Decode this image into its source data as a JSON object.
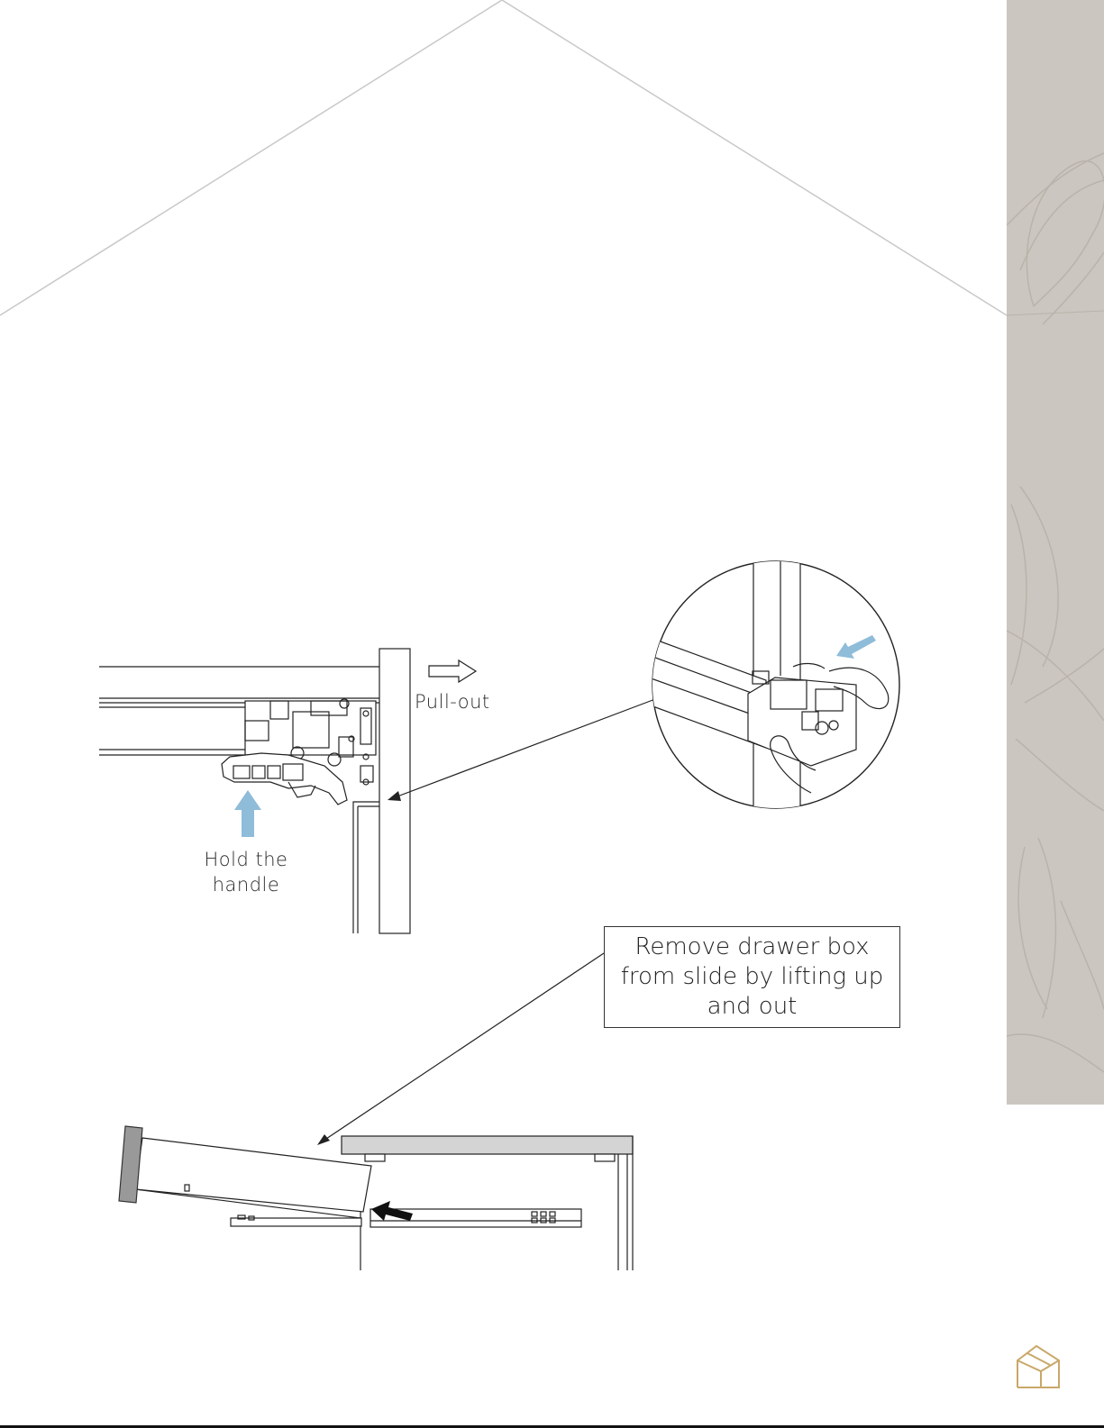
{
  "labels": {
    "pull_out": "Pull-out",
    "hold_handle": "Hold the handle",
    "remove_instruction": "Remove drawer box from slide by lifting up and out"
  },
  "colors": {
    "accent_blue": "#8fbcd9",
    "side_panel": "#cbc6bf",
    "roof_line": "#c8c8c8",
    "logo_gold": "#c9a86a",
    "line": "#222222",
    "gray_fill": "#d4d4d4"
  },
  "icons": {
    "pull_direction": "hollow-arrow-right-icon",
    "lift_direction": "blue-arrow-up-icon",
    "press_direction": "blue-arrow-down-left-icon",
    "insert_direction": "black-arrow-left-icon",
    "logo": "house-logo-icon"
  }
}
